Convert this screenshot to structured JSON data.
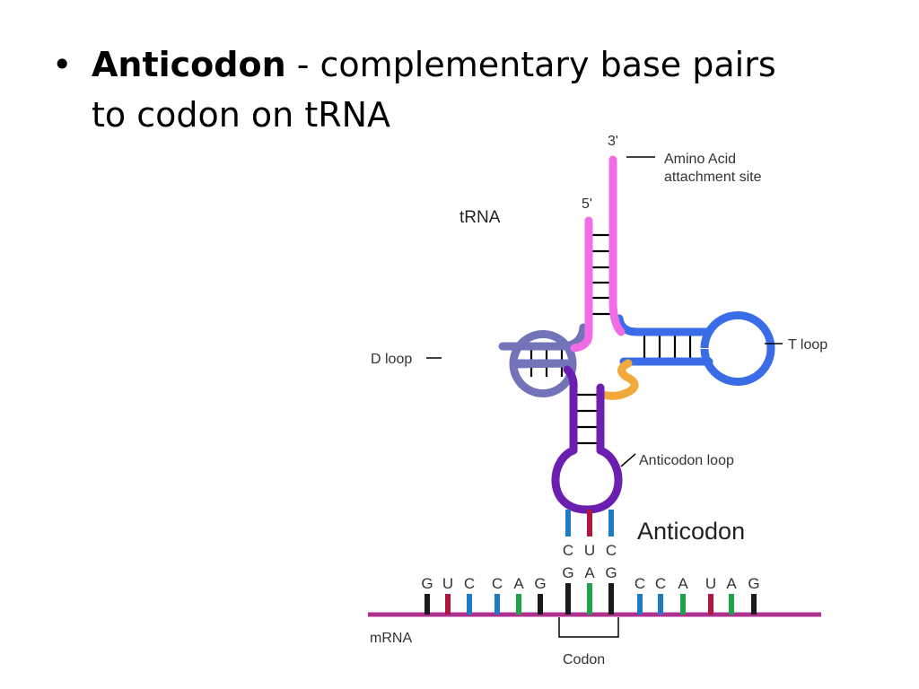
{
  "slide": {
    "bullet_char": "•",
    "term": "Anticodon",
    "definition": " - complementary base pairs to codon on tRNA"
  },
  "diagram": {
    "labels": {
      "trna": "tRNA",
      "three_prime": "3'",
      "five_prime": "5'",
      "amino_acid_line1": "Amino Acid",
      "amino_acid_line2": "attachment site",
      "d_loop": "D loop",
      "t_loop": "T loop",
      "anticodon_loop": "Anticodon loop",
      "anticodon": "Anticodon",
      "mrna": "mRNA",
      "codon": "Codon"
    },
    "anticodon_bases": [
      "C",
      "U",
      "C"
    ],
    "mrna_bases": [
      "G",
      "U",
      "C",
      "C",
      "A",
      "G",
      "G",
      "A",
      "G",
      "C",
      "C",
      "A",
      "U",
      "A",
      "G"
    ],
    "base_colors": {
      "G": "#1a1a1a",
      "U": "#b0173e",
      "C": "#1f7bbf",
      "A": "#1fa34a"
    },
    "colors": {
      "acceptor_stem": "#f06de6",
      "d_arm": "#7273b8",
      "anticodon_arm": "#6a1fb0",
      "t_arm": "#3a6ce8",
      "variable_loop": "#f2a93b",
      "mrna_strand": "#b0308f"
    }
  }
}
